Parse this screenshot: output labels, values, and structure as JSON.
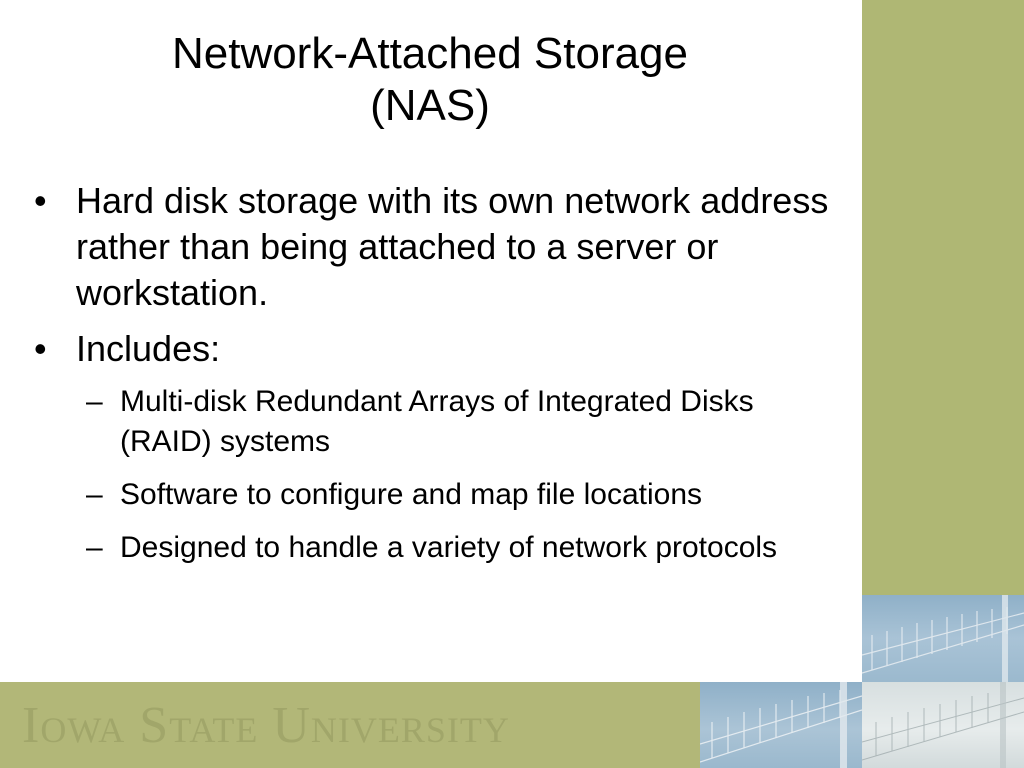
{
  "slide": {
    "title_line1": "Network-Attached Storage",
    "title_line2": "(NAS)",
    "bullets": [
      {
        "text": "Hard disk storage with its own network address rather than being attached to a server or workstation."
      },
      {
        "text": "Includes:"
      }
    ],
    "sub_bullets": [
      {
        "text": "Multi-disk Redundant Arrays of Integrated Disks (RAID) systems"
      },
      {
        "text": "Software to configure and map file locations"
      },
      {
        "text": "Designed to handle a variety of network protocols"
      }
    ],
    "bullet_marker": "•",
    "sub_marker": "–",
    "footer_wordmark": "Iowa State University",
    "colors": {
      "olive_bar": "#afb774",
      "footer_olive": "#b2b778",
      "photo_blue": "#9bb9ce"
    }
  }
}
